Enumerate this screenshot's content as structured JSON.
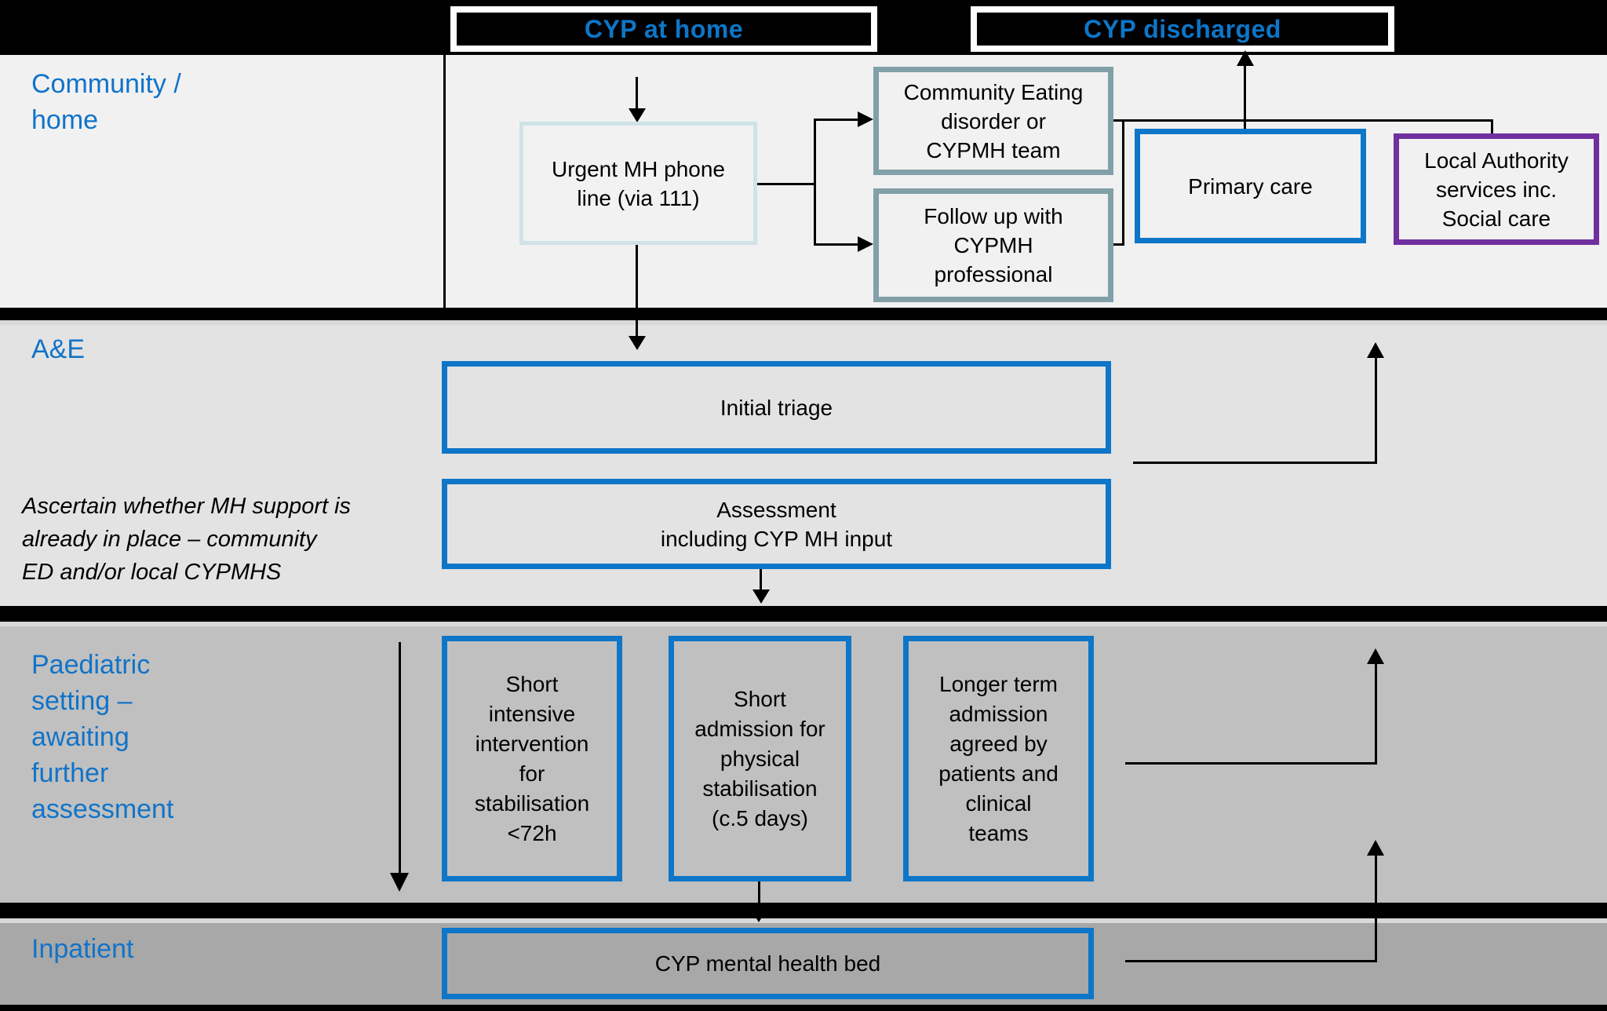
{
  "headers": {
    "at_home": "CYP at home",
    "discharged": "CYP discharged"
  },
  "lanes": {
    "community": {
      "label": "Community /\nhome"
    },
    "ae": {
      "label": "A&E",
      "note": "Ascertain whether MH support is\nalready in place – community\nED and/or local CYPMHS"
    },
    "paediatric": {
      "label": "Paediatric\nsetting –\nawaiting\nfurther\nassessment"
    },
    "inpatient": {
      "label": "Inpatient"
    }
  },
  "boxes": {
    "urgent": "Urgent MH phone\nline (via 111)",
    "community_ed": "Community Eating\ndisorder or\nCYPMH team",
    "follow_up": "Follow up with\nCYPMH\nprofessional",
    "primary_care": "Primary care",
    "local_authority": "Local Authority\nservices inc.\nSocial care",
    "initial_triage": "Initial triage",
    "assessment": "Assessment\nincluding CYP MH input",
    "short_intensive": "Short\nintensive\nintervention\nfor\nstabilisation\n<72h",
    "short_admission": "Short\nadmission for\nphysical\nstabilisation\n(c.5 days)",
    "longer_term": "Longer term\nadmission\nagreed by\npatients and\nclinical\nteams",
    "mh_bed": "CYP mental health bed"
  },
  "colors": {
    "accent_blue": "#0d76c8",
    "label_blue": "#1173c8",
    "teal_border": "#82a0a8",
    "pale_border": "#cfe3e7",
    "purple_border": "#70309f",
    "lane_community_bg": "#f1f1f1",
    "lane_ae_bg": "#e3e3e3",
    "lane_paediatric_bg": "#c0c0c0",
    "lane_inpatient_bg": "#a8a8a8",
    "separator": "#000000"
  }
}
